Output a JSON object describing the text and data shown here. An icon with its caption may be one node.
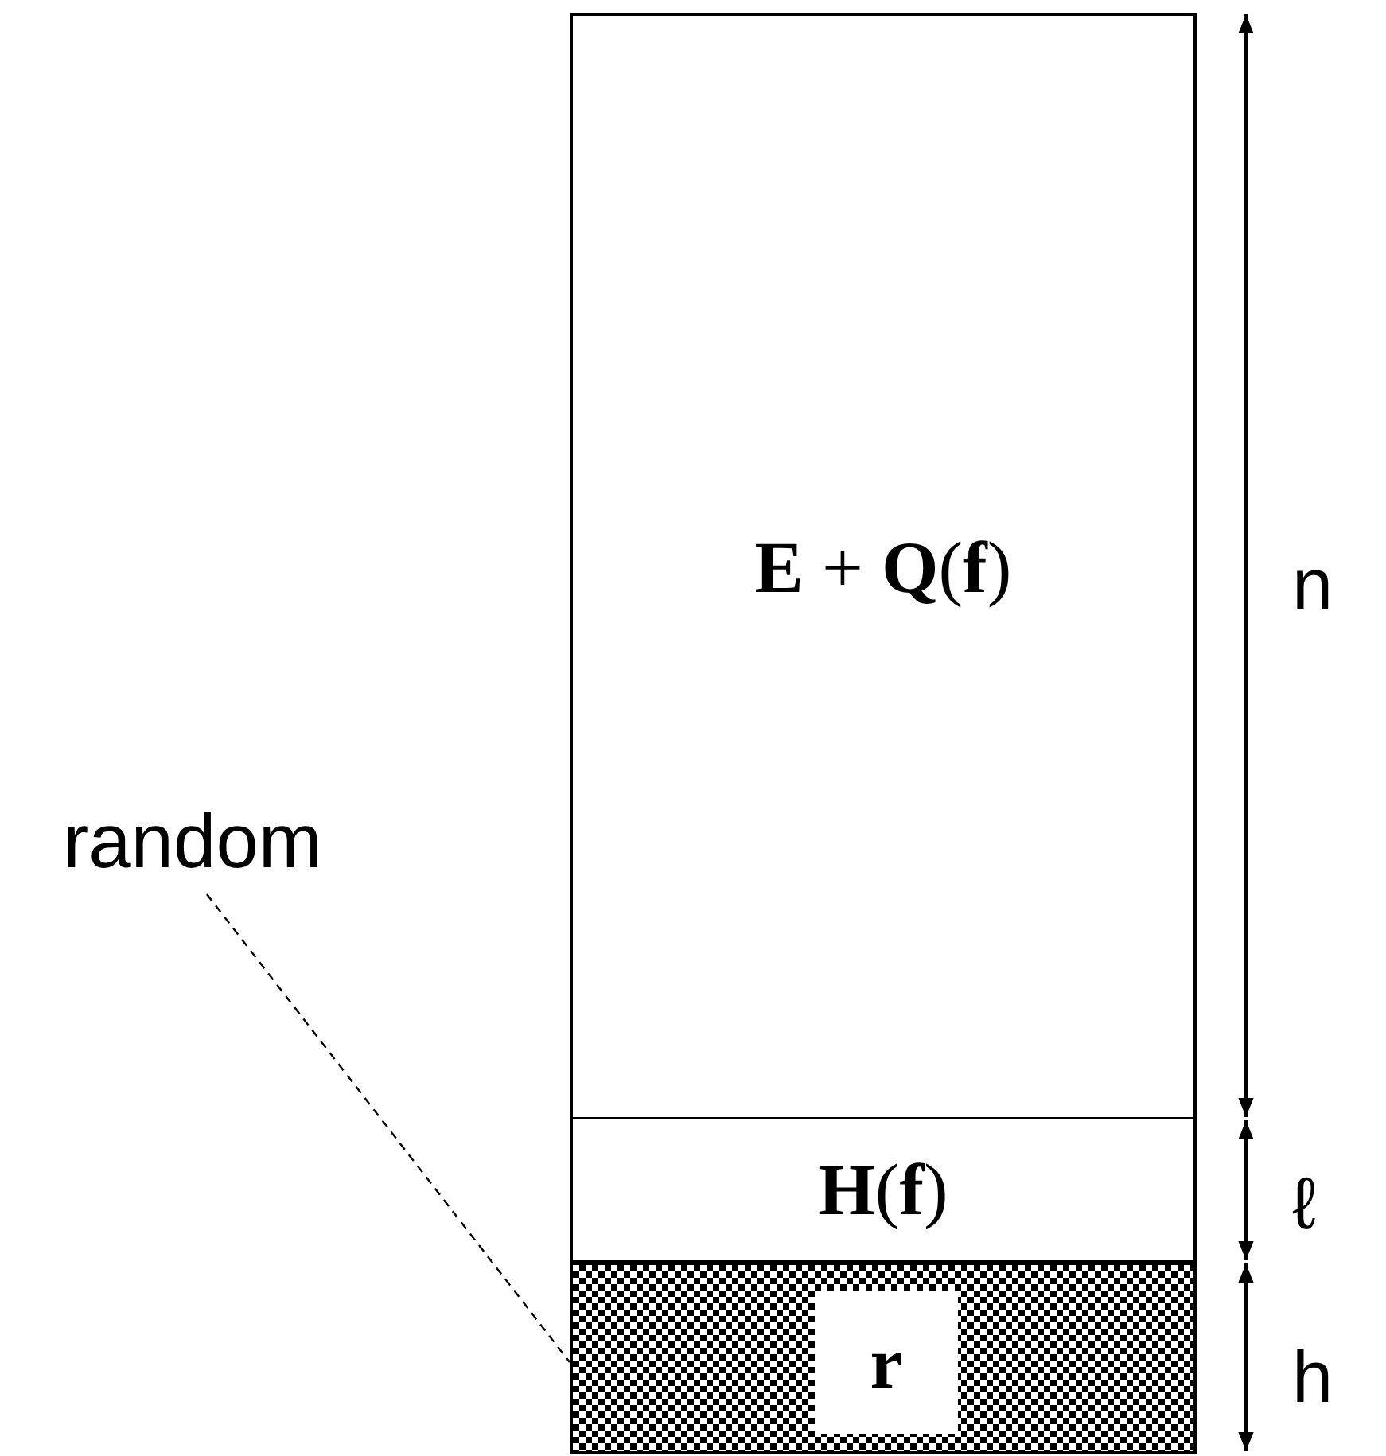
{
  "diagram": {
    "nodes": [
      {
        "text": [
          "**E** + **Q**(**f**)"
        ]
      },
      {
        "text": [
          "**H**(**f**)"
        ]
      },
      {
        "text": [],
        "shape": "box"
      },
      {
        "text": [
          "r"
        ],
        "in": 2
      },
      {
        "text": [
          "random"
        ]
      }
    ],
    "edges": [
      {
        "from": 4,
        "to": 2,
        "arrow": "none",
        "style": "dashed"
      }
    ],
    "labels": [
      "n",
      "ℓ",
      "h"
    ]
  }
}
